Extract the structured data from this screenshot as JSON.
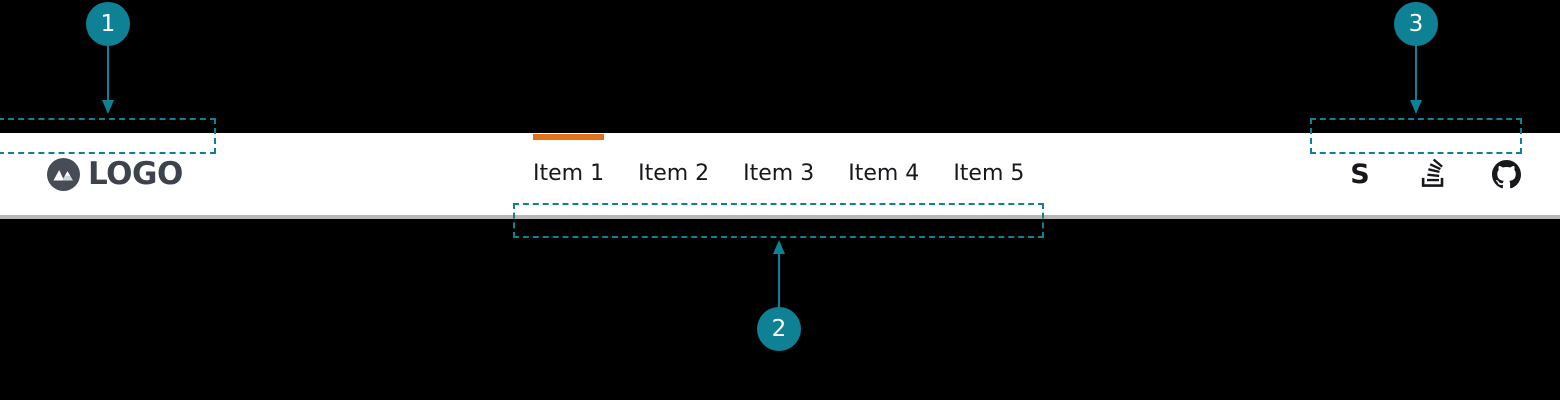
{
  "page": {
    "background_color": "#000000"
  },
  "header": {
    "background_color": "#ffffff",
    "border_color": "#b6b6b6",
    "brand": {
      "text": "LOGO",
      "icon": "mountain-circle-icon",
      "icon_bg_color": "#474d57",
      "icon_fg_color": "#ffffff",
      "text_color": "#3d434d"
    },
    "nav": {
      "active_indicator_color": "#e2711d",
      "text_color": "#16181c",
      "items": [
        {
          "label": "Item 1",
          "active": true
        },
        {
          "label": "Item 2",
          "active": false
        },
        {
          "label": "Item 3",
          "active": false
        },
        {
          "label": "Item 4",
          "active": false
        },
        {
          "label": "Item 5",
          "active": false
        }
      ]
    },
    "social": {
      "color": "#16181c",
      "items": [
        {
          "name": "skype-s-icon",
          "label": "S"
        },
        {
          "name": "stack-overflow-icon",
          "label": "Stack Overflow"
        },
        {
          "name": "github-icon",
          "label": "GitHub"
        }
      ]
    }
  },
  "annotations": {
    "color": "#0e8294",
    "markers": [
      {
        "number": "1",
        "target": "brand-logo-region"
      },
      {
        "number": "2",
        "target": "primary-nav-region"
      },
      {
        "number": "3",
        "target": "social-links-region"
      }
    ]
  }
}
